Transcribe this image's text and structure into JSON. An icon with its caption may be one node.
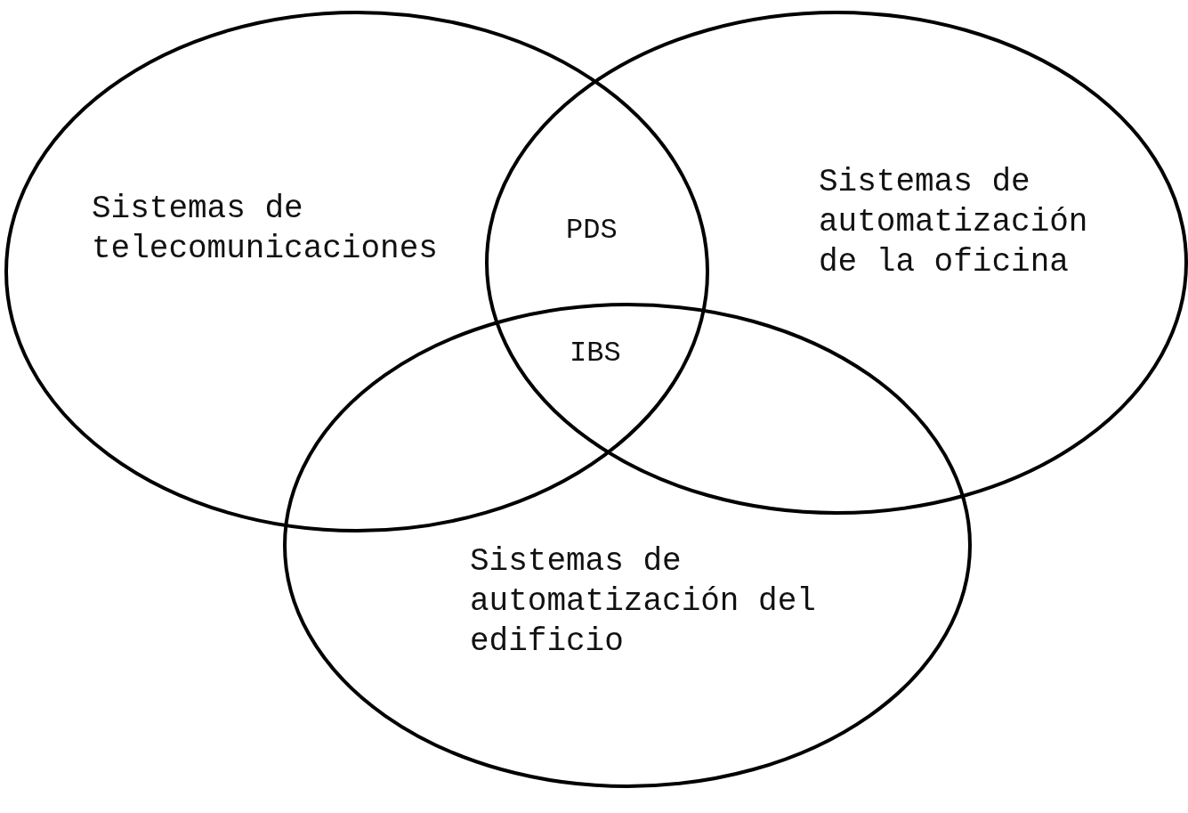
{
  "diagram": {
    "nodes": [
      {
        "text": [
          "Sistemas de telecomunicaciones"
        ]
      },
      {
        "text": [
          "Sistemas de automatización de la oficina"
        ]
      },
      {
        "text": [
          "Sistemas de automatización del edificio"
        ]
      }
    ],
    "labels": [
      "PDS",
      "IBS"
    ]
  }
}
